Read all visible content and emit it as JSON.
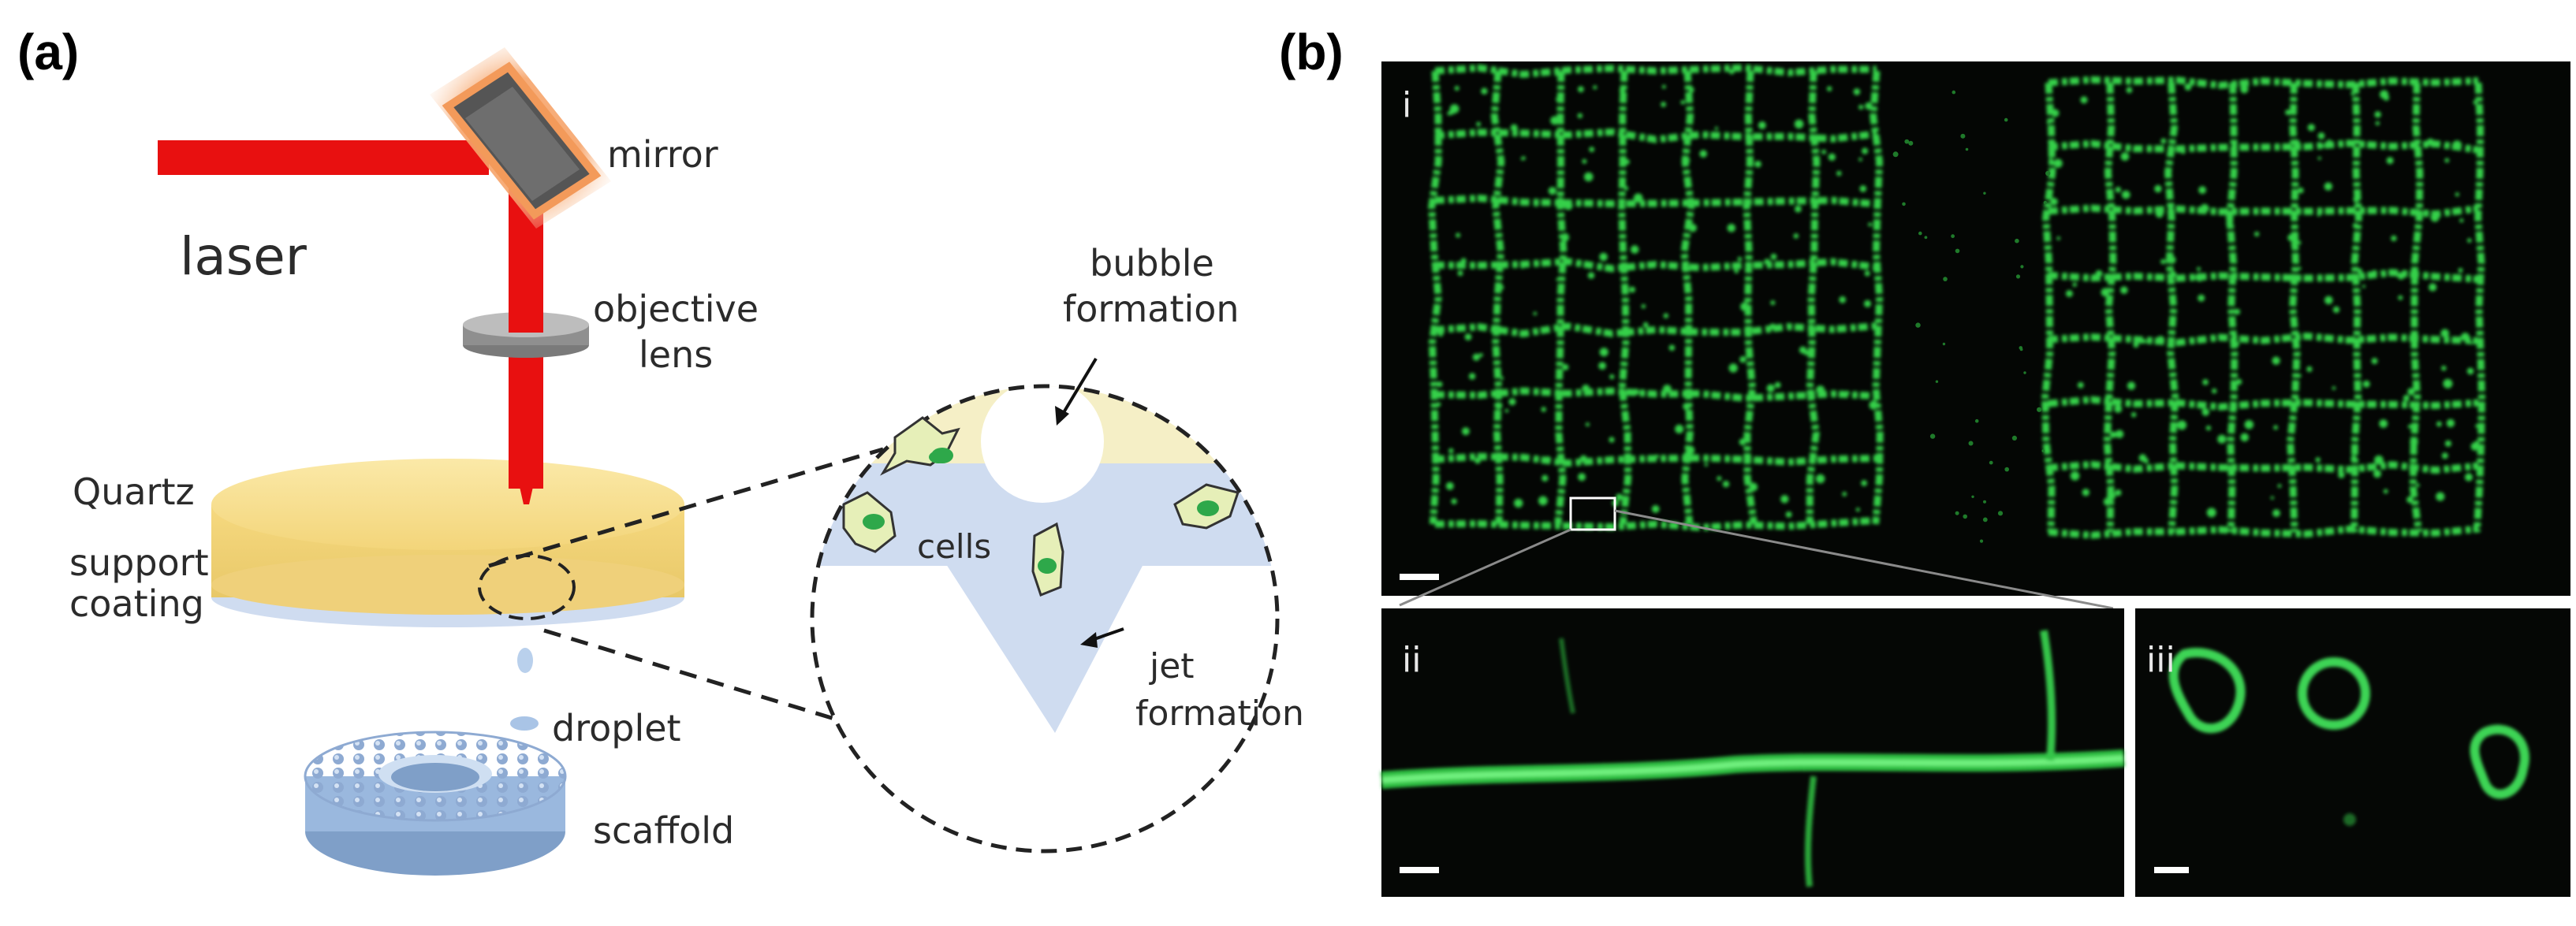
{
  "panel_a": {
    "label": "(a)",
    "mirror": "mirror",
    "laser": "laser",
    "objective_line1": "objective",
    "objective_line2": "lens",
    "bubble_line1": "bubble",
    "bubble_line2": "formation",
    "quartz": "Quartz",
    "support_line1": "support",
    "support_line2": "coating",
    "cells": "cells",
    "jet_line1": "jet",
    "jet_line2": "formation",
    "droplet": "droplet",
    "scaffold": "scaffold"
  },
  "panel_b": {
    "label": "(b)",
    "sub_i": "i",
    "sub_ii": "ii",
    "sub_iii": "iii"
  },
  "colors": {
    "laser": "#e81010",
    "fluorescence": "#34d04a",
    "quartz": "#f5d77a",
    "coating": "#cfdcf0",
    "scaffold": "#a9c4e6"
  }
}
